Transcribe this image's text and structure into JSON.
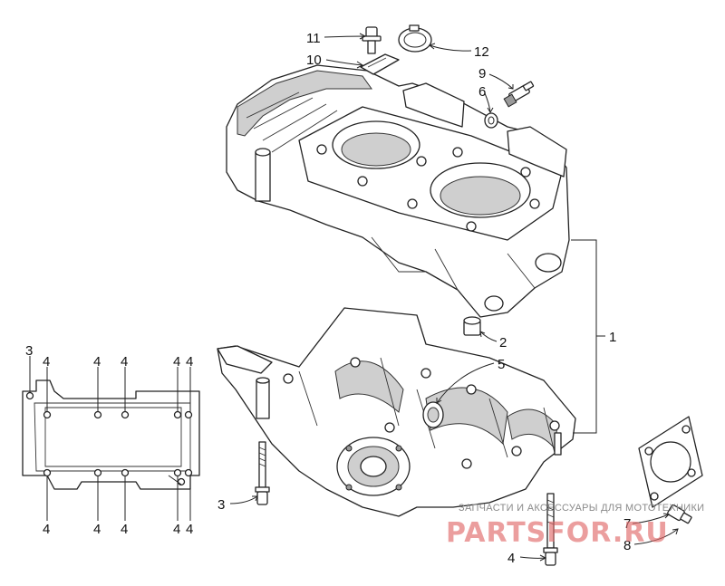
{
  "callouts": [
    {
      "label": "11"
    },
    {
      "label": "10"
    },
    {
      "label": "12"
    },
    {
      "label": "9"
    },
    {
      "label": "6"
    },
    {
      "label": "1"
    },
    {
      "label": "2"
    },
    {
      "label": "5"
    },
    {
      "label": "3"
    },
    {
      "label": "4"
    },
    {
      "label": "4"
    },
    {
      "label": "4"
    },
    {
      "label": "4"
    },
    {
      "label": "4"
    },
    {
      "label": "4"
    },
    {
      "label": "4"
    },
    {
      "label": "4"
    },
    {
      "label": "4"
    },
    {
      "label": "4"
    },
    {
      "label": "3"
    },
    {
      "label": "7"
    },
    {
      "label": "8"
    },
    {
      "label": "4"
    }
  ],
  "watermark": {
    "text": "ЗАПЧАСТИ И АКСЕССУАРЫ ДЛЯ МОТОТЕХНИКИ",
    "logo": "PARTSFOR.RU"
  },
  "colors": {
    "line": "#222222",
    "shade": "#cfcfcf",
    "watermark": "#e06a6a"
  }
}
